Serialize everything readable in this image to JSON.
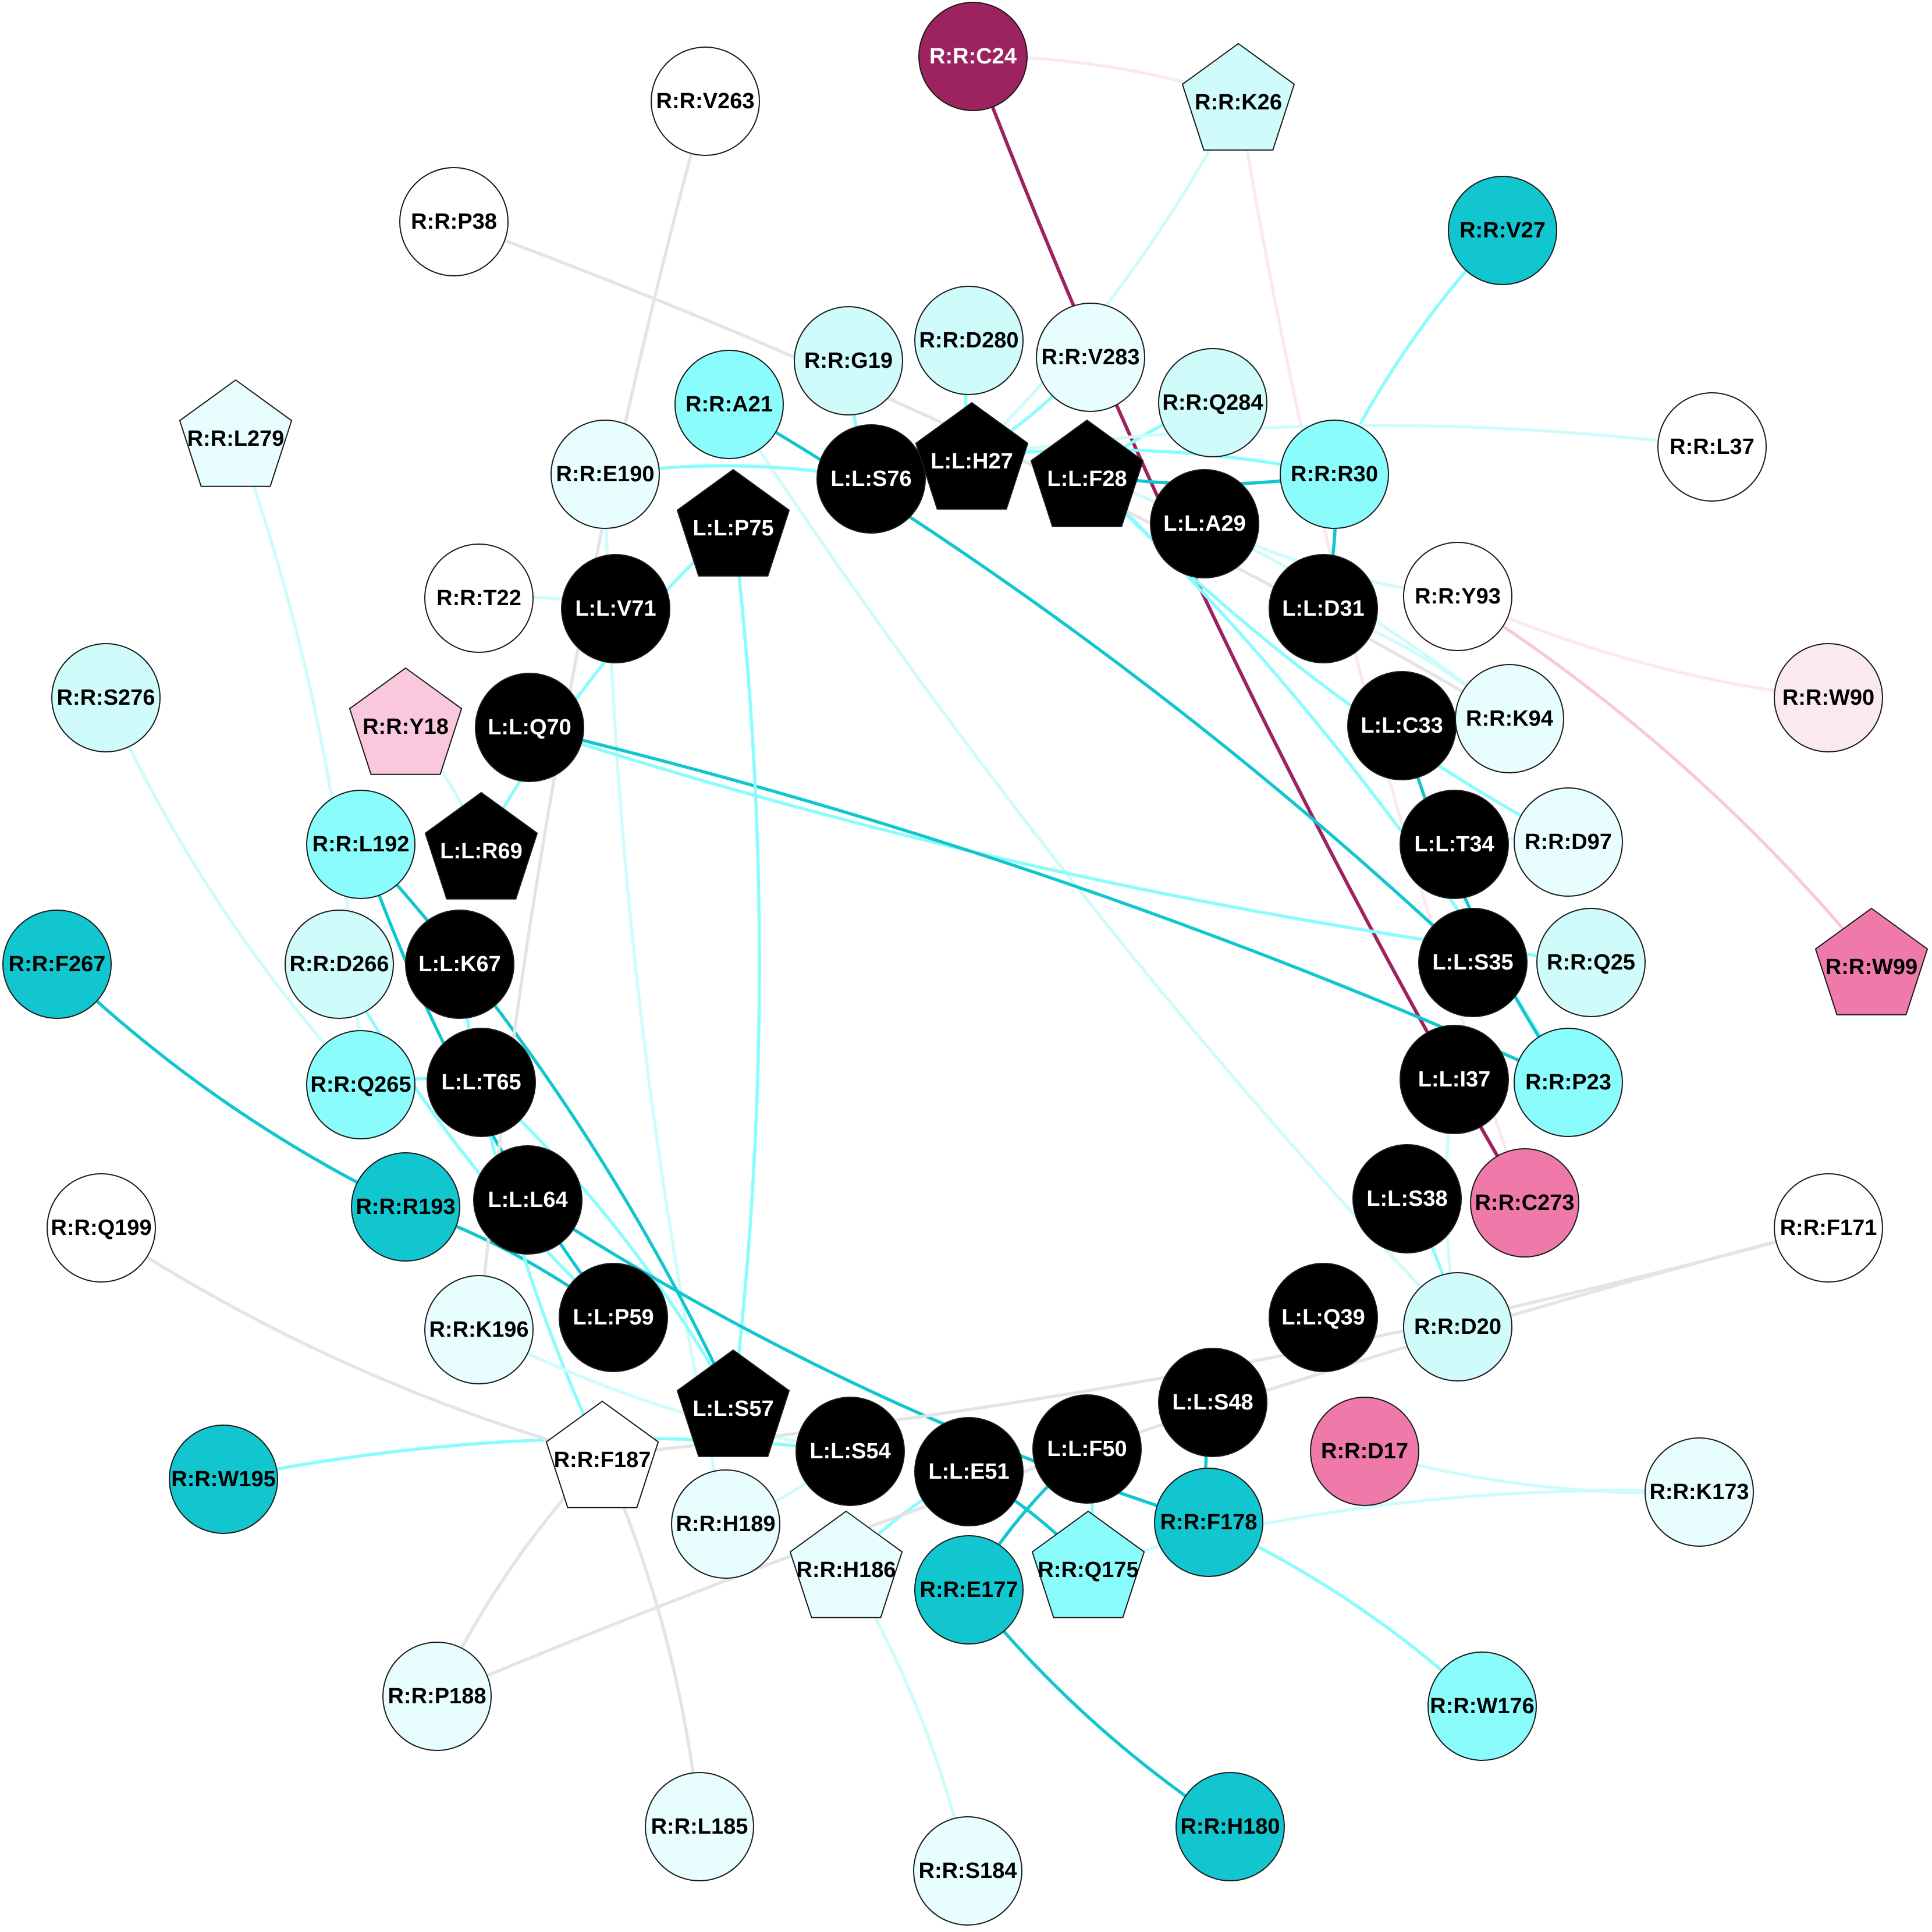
{
  "colors": {
    "ligand": "#000000",
    "white": "#ffffff",
    "cyan_pale": "#e8fdfd",
    "cyan_light": "#d0fbfb",
    "cyan_mid": "#8bfcfc",
    "teal": "#12c6cf",
    "pink_pale": "#fbe9f1",
    "pink_light": "#f9c8dd",
    "pink": "#ef7aa9",
    "magenta": "#9d2360",
    "edge_cyan": "#8bfcfc",
    "edge_cyan_pale": "#d0fbfb",
    "edge_teal": "#12c6cf",
    "edge_gray": "#e4e4e4",
    "edge_pink": "#f9c8dd",
    "edge_pink_pale": "#fbe9f1",
    "edge_magenta": "#9d2360"
  },
  "nodes": [
    {
      "id": "R:R:C24",
      "shape": "circle",
      "fill": "magenta"
    },
    {
      "id": "R:R:K26",
      "shape": "pentagon",
      "fill": "cyan_light"
    },
    {
      "id": "R:R:V263",
      "shape": "circle",
      "fill": "white"
    },
    {
      "id": "R:R:P38",
      "shape": "circle",
      "fill": "white"
    },
    {
      "id": "R:R:V27",
      "shape": "circle",
      "fill": "teal"
    },
    {
      "id": "R:R:D280",
      "shape": "circle",
      "fill": "cyan_light"
    },
    {
      "id": "R:R:G19",
      "shape": "circle",
      "fill": "cyan_light"
    },
    {
      "id": "R:R:V283",
      "shape": "circle",
      "fill": "cyan_pale"
    },
    {
      "id": "R:R:Q284",
      "shape": "circle",
      "fill": "cyan_light"
    },
    {
      "id": "R:R:A21",
      "shape": "circle",
      "fill": "cyan_mid"
    },
    {
      "id": "R:R:L279",
      "shape": "pentagon",
      "fill": "cyan_pale"
    },
    {
      "id": "R:R:L37",
      "shape": "circle",
      "fill": "white"
    },
    {
      "id": "R:R:E190",
      "shape": "circle",
      "fill": "cyan_pale"
    },
    {
      "id": "L:L:S76",
      "shape": "circle",
      "fill": "ligand"
    },
    {
      "id": "L:L:H27",
      "shape": "pentagon",
      "fill": "ligand"
    },
    {
      "id": "L:L:F28",
      "shape": "pentagon",
      "fill": "ligand"
    },
    {
      "id": "R:R:R30",
      "shape": "circle",
      "fill": "cyan_mid"
    },
    {
      "id": "L:L:P75",
      "shape": "pentagon",
      "fill": "ligand"
    },
    {
      "id": "L:L:A29",
      "shape": "circle",
      "fill": "ligand"
    },
    {
      "id": "R:R:T22",
      "shape": "circle",
      "fill": "white"
    },
    {
      "id": "L:L:V71",
      "shape": "circle",
      "fill": "ligand"
    },
    {
      "id": "L:L:D31",
      "shape": "circle",
      "fill": "ligand"
    },
    {
      "id": "R:R:Y93",
      "shape": "circle",
      "fill": "white"
    },
    {
      "id": "R:R:S276",
      "shape": "circle",
      "fill": "cyan_light"
    },
    {
      "id": "R:R:Y18",
      "shape": "pentagon",
      "fill": "pink_light"
    },
    {
      "id": "L:L:Q70",
      "shape": "circle",
      "fill": "ligand"
    },
    {
      "id": "R:R:W90",
      "shape": "circle",
      "fill": "pink_pale"
    },
    {
      "id": "L:L:C33",
      "shape": "circle",
      "fill": "ligand"
    },
    {
      "id": "R:R:K94",
      "shape": "circle",
      "fill": "cyan_pale"
    },
    {
      "id": "R:R:L192",
      "shape": "circle",
      "fill": "cyan_mid"
    },
    {
      "id": "L:L:R69",
      "shape": "pentagon",
      "fill": "ligand"
    },
    {
      "id": "L:L:T34",
      "shape": "circle",
      "fill": "ligand"
    },
    {
      "id": "R:R:D97",
      "shape": "circle",
      "fill": "cyan_pale"
    },
    {
      "id": "R:R:F267",
      "shape": "circle",
      "fill": "teal"
    },
    {
      "id": "R:R:D266",
      "shape": "circle",
      "fill": "cyan_light"
    },
    {
      "id": "L:L:K67",
      "shape": "circle",
      "fill": "ligand"
    },
    {
      "id": "L:L:S35",
      "shape": "circle",
      "fill": "ligand"
    },
    {
      "id": "R:R:Q25",
      "shape": "circle",
      "fill": "cyan_light"
    },
    {
      "id": "R:R:W99",
      "shape": "pentagon",
      "fill": "pink"
    },
    {
      "id": "R:R:Q265",
      "shape": "circle",
      "fill": "cyan_mid"
    },
    {
      "id": "L:L:T65",
      "shape": "circle",
      "fill": "ligand"
    },
    {
      "id": "L:L:I37",
      "shape": "circle",
      "fill": "ligand"
    },
    {
      "id": "R:R:P23",
      "shape": "circle",
      "fill": "cyan_mid"
    },
    {
      "id": "R:R:R193",
      "shape": "circle",
      "fill": "teal"
    },
    {
      "id": "L:L:L64",
      "shape": "circle",
      "fill": "ligand"
    },
    {
      "id": "L:L:S38",
      "shape": "circle",
      "fill": "ligand"
    },
    {
      "id": "R:R:C273",
      "shape": "circle",
      "fill": "pink"
    },
    {
      "id": "R:R:Q199",
      "shape": "circle",
      "fill": "white"
    },
    {
      "id": "R:R:F171",
      "shape": "circle",
      "fill": "white"
    },
    {
      "id": "R:R:K196",
      "shape": "circle",
      "fill": "cyan_pale"
    },
    {
      "id": "L:L:P59",
      "shape": "circle",
      "fill": "ligand"
    },
    {
      "id": "L:L:Q39",
      "shape": "circle",
      "fill": "ligand"
    },
    {
      "id": "R:R:D20",
      "shape": "circle",
      "fill": "cyan_light"
    },
    {
      "id": "L:L:S57",
      "shape": "pentagon",
      "fill": "ligand"
    },
    {
      "id": "L:L:S48",
      "shape": "circle",
      "fill": "ligand"
    },
    {
      "id": "R:R:W195",
      "shape": "circle",
      "fill": "teal"
    },
    {
      "id": "R:R:F187",
      "shape": "pentagon",
      "fill": "white"
    },
    {
      "id": "L:L:S54",
      "shape": "circle",
      "fill": "ligand"
    },
    {
      "id": "L:L:F50",
      "shape": "circle",
      "fill": "ligand"
    },
    {
      "id": "R:R:D17",
      "shape": "circle",
      "fill": "pink"
    },
    {
      "id": "L:L:E51",
      "shape": "circle",
      "fill": "ligand"
    },
    {
      "id": "R:R:K173",
      "shape": "circle",
      "fill": "cyan_pale"
    },
    {
      "id": "R:R:H189",
      "shape": "circle",
      "fill": "cyan_pale"
    },
    {
      "id": "R:R:F178",
      "shape": "circle",
      "fill": "teal"
    },
    {
      "id": "R:R:H186",
      "shape": "pentagon",
      "fill": "cyan_pale"
    },
    {
      "id": "R:R:Q175",
      "shape": "pentagon",
      "fill": "cyan_mid"
    },
    {
      "id": "R:R:E177",
      "shape": "circle",
      "fill": "teal"
    },
    {
      "id": "R:R:W176",
      "shape": "circle",
      "fill": "cyan_mid"
    },
    {
      "id": "R:R:P188",
      "shape": "circle",
      "fill": "cyan_pale"
    },
    {
      "id": "R:R:L185",
      "shape": "circle",
      "fill": "cyan_pale"
    },
    {
      "id": "R:R:S184",
      "shape": "circle",
      "fill": "cyan_pale"
    },
    {
      "id": "R:R:H180",
      "shape": "circle",
      "fill": "teal"
    }
  ],
  "edges": [
    {
      "from": "R:R:C24",
      "to": "R:R:C273",
      "color": "edge_magenta"
    },
    {
      "from": "R:R:C24",
      "to": "R:R:K26",
      "color": "edge_pink_pale"
    },
    {
      "from": "R:R:K26",
      "to": "R:R:C273",
      "color": "edge_pink_pale"
    },
    {
      "from": "R:R:K26",
      "to": "L:L:H27",
      "color": "edge_cyan_pale"
    },
    {
      "from": "R:R:V27",
      "to": "R:R:R30",
      "color": "edge_cyan"
    },
    {
      "from": "R:R:R30",
      "to": "L:L:D31",
      "color": "edge_teal"
    },
    {
      "from": "L:L:F28",
      "to": "R:R:R30",
      "color": "edge_teal"
    },
    {
      "from": "L:L:H27",
      "to": "R:R:R30",
      "color": "edge_cyan"
    },
    {
      "from": "R:R:D280",
      "to": "L:L:H27",
      "color": "edge_cyan"
    },
    {
      "from": "R:R:V283",
      "to": "L:L:H27",
      "color": "edge_cyan"
    },
    {
      "from": "R:R:Q284",
      "to": "L:L:F28",
      "color": "edge_cyan"
    },
    {
      "from": "L:L:H27",
      "to": "R:R:L37",
      "color": "edge_cyan_pale"
    },
    {
      "from": "R:R:G19",
      "to": "L:L:S76",
      "color": "edge_cyan"
    },
    {
      "from": "R:R:A21",
      "to": "L:L:S35",
      "color": "edge_teal"
    },
    {
      "from": "R:R:A21",
      "to": "R:R:D20",
      "color": "edge_cyan_pale"
    },
    {
      "from": "R:R:E190",
      "to": "L:L:S76",
      "color": "edge_cyan"
    },
    {
      "from": "R:R:E190",
      "to": "R:R:H189",
      "color": "edge_cyan_pale"
    },
    {
      "from": "L:L:F28",
      "to": "R:R:P23",
      "color": "edge_cyan"
    },
    {
      "from": "L:L:F28",
      "to": "R:R:D97",
      "color": "edge_cyan"
    },
    {
      "from": "L:L:F28",
      "to": "R:R:K94",
      "color": "edge_cyan_pale"
    },
    {
      "from": "L:L:A29",
      "to": "R:R:Y93",
      "color": "edge_cyan_pale"
    },
    {
      "from": "L:L:D31",
      "to": "R:R:K94",
      "color": "edge_cyan_pale"
    },
    {
      "from": "L:L:C33",
      "to": "R:R:P23",
      "color": "edge_teal"
    },
    {
      "from": "L:L:T34",
      "to": "R:R:D97",
      "color": "edge_cyan_pale"
    },
    {
      "from": "L:L:Q70",
      "to": "R:R:Q25",
      "color": "edge_cyan"
    },
    {
      "from": "L:L:Q70",
      "to": "R:R:P23",
      "color": "edge_teal"
    },
    {
      "from": "L:L:P75",
      "to": "L:L:R69",
      "color": "edge_cyan"
    },
    {
      "from": "L:L:P75",
      "to": "L:L:S57",
      "color": "edge_cyan"
    },
    {
      "from": "L:L:V71",
      "to": "R:R:T22",
      "color": "edge_cyan_pale"
    },
    {
      "from": "R:R:Y18",
      "to": "L:L:R69",
      "color": "edge_cyan_pale"
    },
    {
      "from": "R:R:L192",
      "to": "L:L:P59",
      "color": "edge_teal"
    },
    {
      "from": "R:R:L192",
      "to": "L:L:S57",
      "color": "edge_teal"
    },
    {
      "from": "R:R:F267",
      "to": "R:R:R193",
      "color": "edge_teal"
    },
    {
      "from": "R:R:R193",
      "to": "L:L:P59",
      "color": "edge_teal"
    },
    {
      "from": "R:R:D266",
      "to": "L:L:P59",
      "color": "edge_cyan"
    },
    {
      "from": "R:R:Q265",
      "to": "L:L:T65",
      "color": "edge_cyan"
    },
    {
      "from": "L:L:K67",
      "to": "R:R:F187",
      "color": "edge_cyan"
    },
    {
      "from": "L:L:T65",
      "to": "L:L:S57",
      "color": "edge_cyan"
    },
    {
      "from": "L:L:L64",
      "to": "R:R:F178",
      "color": "edge_teal"
    },
    {
      "from": "R:R:L279",
      "to": "R:R:Q265",
      "color": "edge_cyan_pale"
    },
    {
      "from": "R:R:S276",
      "to": "R:R:Q265",
      "color": "edge_cyan_pale"
    },
    {
      "from": "R:R:W195",
      "to": "L:L:S54",
      "color": "edge_cyan"
    },
    {
      "from": "R:R:K196",
      "to": "L:L:S54",
      "color": "edge_cyan_pale"
    },
    {
      "from": "L:L:S54",
      "to": "R:R:H189",
      "color": "edge_cyan_pale"
    },
    {
      "from": "L:L:E51",
      "to": "R:R:H186",
      "color": "edge_cyan"
    },
    {
      "from": "L:L:E51",
      "to": "R:R:Q175",
      "color": "edge_teal"
    },
    {
      "from": "L:L:F50",
      "to": "R:R:E177",
      "color": "edge_teal"
    },
    {
      "from": "L:L:F50",
      "to": "R:R:Q175",
      "color": "edge_cyan"
    },
    {
      "from": "L:L:S48",
      "to": "R:R:F178",
      "color": "edge_teal"
    },
    {
      "from": "R:R:F178",
      "to": "R:R:W176",
      "color": "edge_cyan"
    },
    {
      "from": "R:R:E177",
      "to": "R:R:H180",
      "color": "edge_teal"
    },
    {
      "from": "R:R:Q175",
      "to": "R:R:K173",
      "color": "edge_cyan_pale"
    },
    {
      "from": "R:R:D17",
      "to": "R:R:K173",
      "color": "edge_cyan_pale"
    },
    {
      "from": "L:L:S38",
      "to": "R:R:D20",
      "color": "edge_cyan"
    },
    {
      "from": "L:L:I37",
      "to": "R:R:D20",
      "color": "edge_cyan_pale"
    },
    {
      "from": "R:R:H186",
      "to": "R:R:S184",
      "color": "edge_cyan_pale"
    },
    {
      "from": "R:R:Y93",
      "to": "R:R:W90",
      "color": "edge_pink_pale"
    },
    {
      "from": "R:R:Y93",
      "to": "R:R:W99",
      "color": "edge_pink"
    },
    {
      "from": "R:R:V263",
      "to": "R:R:K196",
      "color": "edge_gray"
    },
    {
      "from": "R:R:P38",
      "to": "R:R:K94",
      "color": "edge_gray"
    },
    {
      "from": "R:R:Q199",
      "to": "R:R:F187",
      "color": "edge_gray"
    },
    {
      "from": "R:R:F171",
      "to": "R:R:F187",
      "color": "edge_gray"
    },
    {
      "from": "R:R:F171",
      "to": "R:R:P188",
      "color": "edge_gray"
    },
    {
      "from": "R:R:F187",
      "to": "R:R:L185",
      "color": "edge_gray"
    },
    {
      "from": "R:R:F187",
      "to": "R:R:P188",
      "color": "edge_gray"
    }
  ]
}
